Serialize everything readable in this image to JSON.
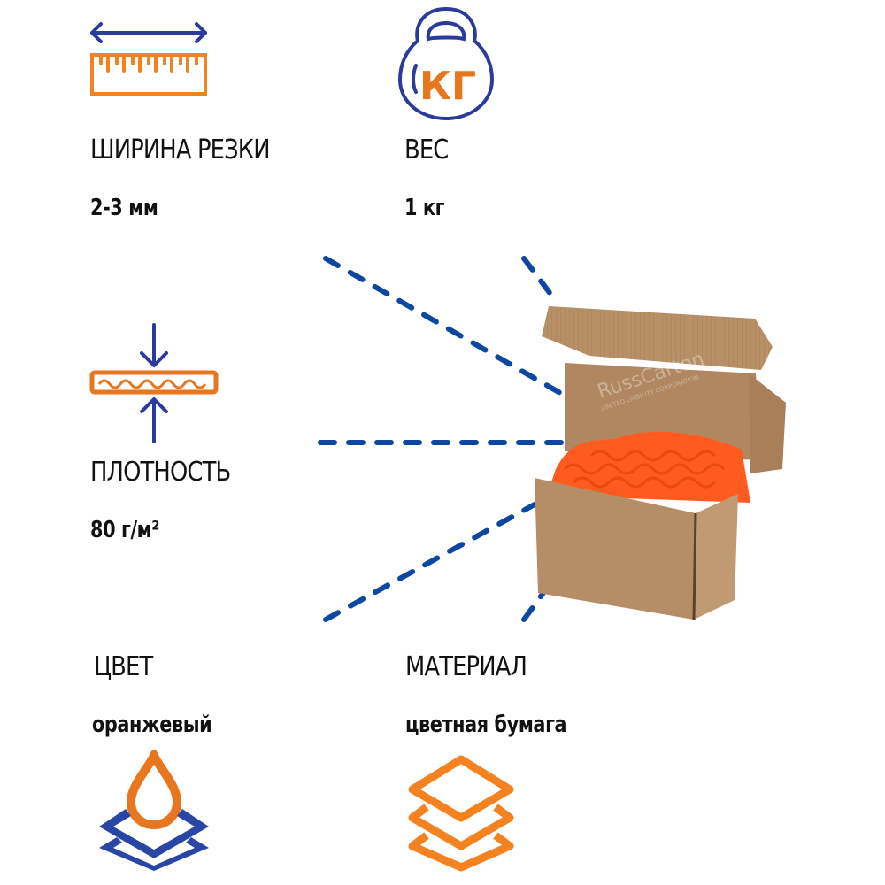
{
  "colors": {
    "orange": "#f58220",
    "blue": "#2b3a9b",
    "dash_blue": "#0d47a1",
    "kraft": "#b48a5e",
    "filler": "#ff5a1f"
  },
  "specs": {
    "cut_width": {
      "icon": "ruler-icon",
      "label": "ШИРИНА РЕЗКИ",
      "value": "2-3 мм"
    },
    "weight": {
      "icon": "kettlebell-icon",
      "icon_text": "КГ",
      "label": "ВЕС",
      "value": "1 кг"
    },
    "density": {
      "icon": "compression-icon",
      "label": "ПЛОТНОСТЬ",
      "value": "80 г/м²"
    },
    "color": {
      "icon": "drop-layers-icon",
      "label": "ЦВЕТ",
      "value": "оранжевый"
    },
    "material": {
      "icon": "layers-icon",
      "label": "МАТЕРИАЛ",
      "value": "цветная бумага"
    }
  },
  "product": {
    "watermark": "RussCarton",
    "watermark_sub": "LIMITED LIABILITY CORPORATION"
  }
}
